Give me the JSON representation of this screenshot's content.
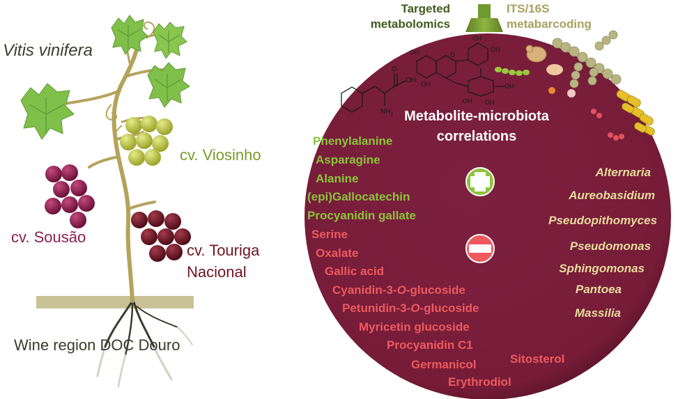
{
  "plant": {
    "species": "Vitis vinifera",
    "cultivars": {
      "viosinho": "cv. Viosinho",
      "sousao": "cv. Sousão",
      "touriga_line1": "cv. Touriga",
      "touriga_line2": "Nacional"
    },
    "region": "Wine region DOC Douro"
  },
  "methods": {
    "metabolomics_line1": "Targeted",
    "metabolomics_line2": "metabolomics",
    "metabarcoding_line1": "ITS/16S",
    "metabarcoding_line2": "metabarcoding"
  },
  "chemistry": {
    "oh": "OH",
    "o": "O",
    "nh2": "NH",
    "nh2_sub": "2"
  },
  "circle": {
    "title_line1": "Metabolite-microbiota",
    "title_line2": "correlations",
    "positive_metabolites": [
      "Phenylalanine",
      "Asparagine",
      "Alanine",
      "(epi)Gallocatechin",
      "Procyanidin gallate"
    ],
    "negative_metabolites": [
      "Serine",
      "Oxalate",
      "Gallic acid",
      "Cyanidin-3-O-glucoside",
      "Petunidin-3-O-glucoside",
      "Myricetin glucoside",
      "Procyanidin C1",
      "Germanicol",
      "Sitosterol",
      "Erythrodiol"
    ],
    "microbes": [
      "Alternaria",
      "Aureobasidium",
      "Pseudopithomyces",
      "Pseudomonas",
      "Sphingomonas",
      "Pantoea",
      "Massilia"
    ]
  },
  "colors": {
    "circle": "#7a1e3a",
    "positive_text": "#8cc43c",
    "negative_text": "#ee5a5e",
    "microbe_text": "#e8dc9c",
    "vine": "#b5a35c",
    "leaf": "#7fbf4a",
    "viosinho_grape": "#bcc23c",
    "sousao_grape": "#8c1e4e",
    "touriga_grape": "#6e1426",
    "ground": "#c9c296",
    "method_left": "#3f5a1c",
    "method_right": "#a9a060"
  }
}
